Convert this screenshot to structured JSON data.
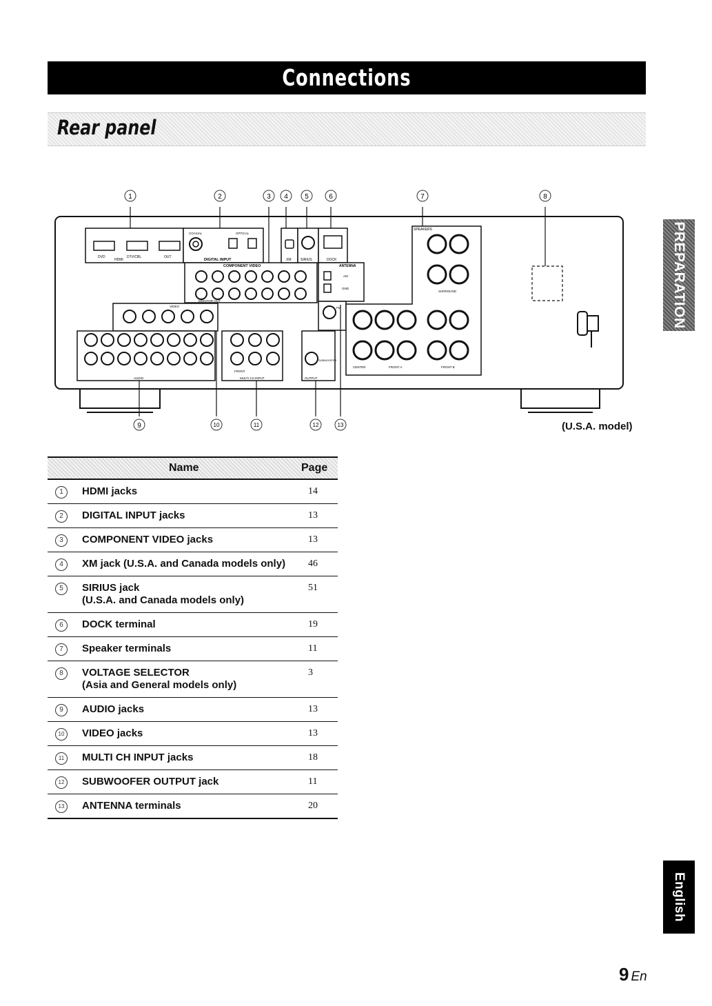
{
  "page": {
    "title": "Connections",
    "section": "Rear panel",
    "model_label": "(U.S.A. model)",
    "side_tab_top": "PREPARATION",
    "side_tab_bottom": "English",
    "page_number": "9",
    "page_lang": "En"
  },
  "diagram": {
    "top_callouts": [
      "1",
      "2",
      "3",
      "4",
      "5",
      "6",
      "7",
      "8"
    ],
    "bottom_callouts": [
      "9",
      "10",
      "11",
      "12",
      "13"
    ],
    "labels": {
      "hdmi": "HDMI",
      "hdmi_dvd": "DVD",
      "hdmi_dtv": "DTV/CBL",
      "hdmi_out": "OUT",
      "digital_input": "DIGITAL INPUT",
      "coaxial": "COAXIAL",
      "optical": "OPTICAL",
      "component_video": "COMPONENT VIDEO",
      "monitor_out": "MONITOR OUT",
      "xm": "XM",
      "sirius": "SIRIUS",
      "dock": "DOCK",
      "antenna": "ANTENNA",
      "am": "AM",
      "gnd": "GND",
      "fm": "FM",
      "speakers": "SPEAKERS",
      "surround": "SURROUND",
      "center": "CENTER",
      "front_a": "FRONT A",
      "front_b": "FRONT B",
      "video": "VIDEO",
      "audio": "AUDIO",
      "multi_ch_input": "MULTI CH INPUT",
      "output": "OUTPUT",
      "subwoofer": "SUBWOOFER",
      "front": "FRONT"
    }
  },
  "table": {
    "header_name": "Name",
    "header_page": "Page",
    "rows": [
      {
        "num": "1",
        "name": "HDMI jacks",
        "page": "14"
      },
      {
        "num": "2",
        "name": "DIGITAL INPUT jacks",
        "page": "13"
      },
      {
        "num": "3",
        "name": "COMPONENT VIDEO jacks",
        "page": "13"
      },
      {
        "num": "4",
        "name": "XM jack (U.S.A. and Canada models only)",
        "page": "46"
      },
      {
        "num": "5",
        "name": "SIRIUS jack",
        "name2": "(U.S.A. and Canada models only)",
        "page": "51"
      },
      {
        "num": "6",
        "name": "DOCK terminal",
        "page": "19"
      },
      {
        "num": "7",
        "name": "Speaker terminals",
        "page": "11"
      },
      {
        "num": "8",
        "name": "VOLTAGE SELECTOR",
        "name2": "(Asia and General models only)",
        "page": "3"
      },
      {
        "num": "9",
        "name": "AUDIO jacks",
        "page": "13"
      },
      {
        "num": "10",
        "name": "VIDEO jacks",
        "page": "13"
      },
      {
        "num": "11",
        "name": "MULTI CH INPUT jacks",
        "page": "18"
      },
      {
        "num": "12",
        "name": "SUBWOOFER OUTPUT jack",
        "page": "11"
      },
      {
        "num": "13",
        "name": "ANTENNA terminals",
        "page": "20"
      }
    ]
  }
}
